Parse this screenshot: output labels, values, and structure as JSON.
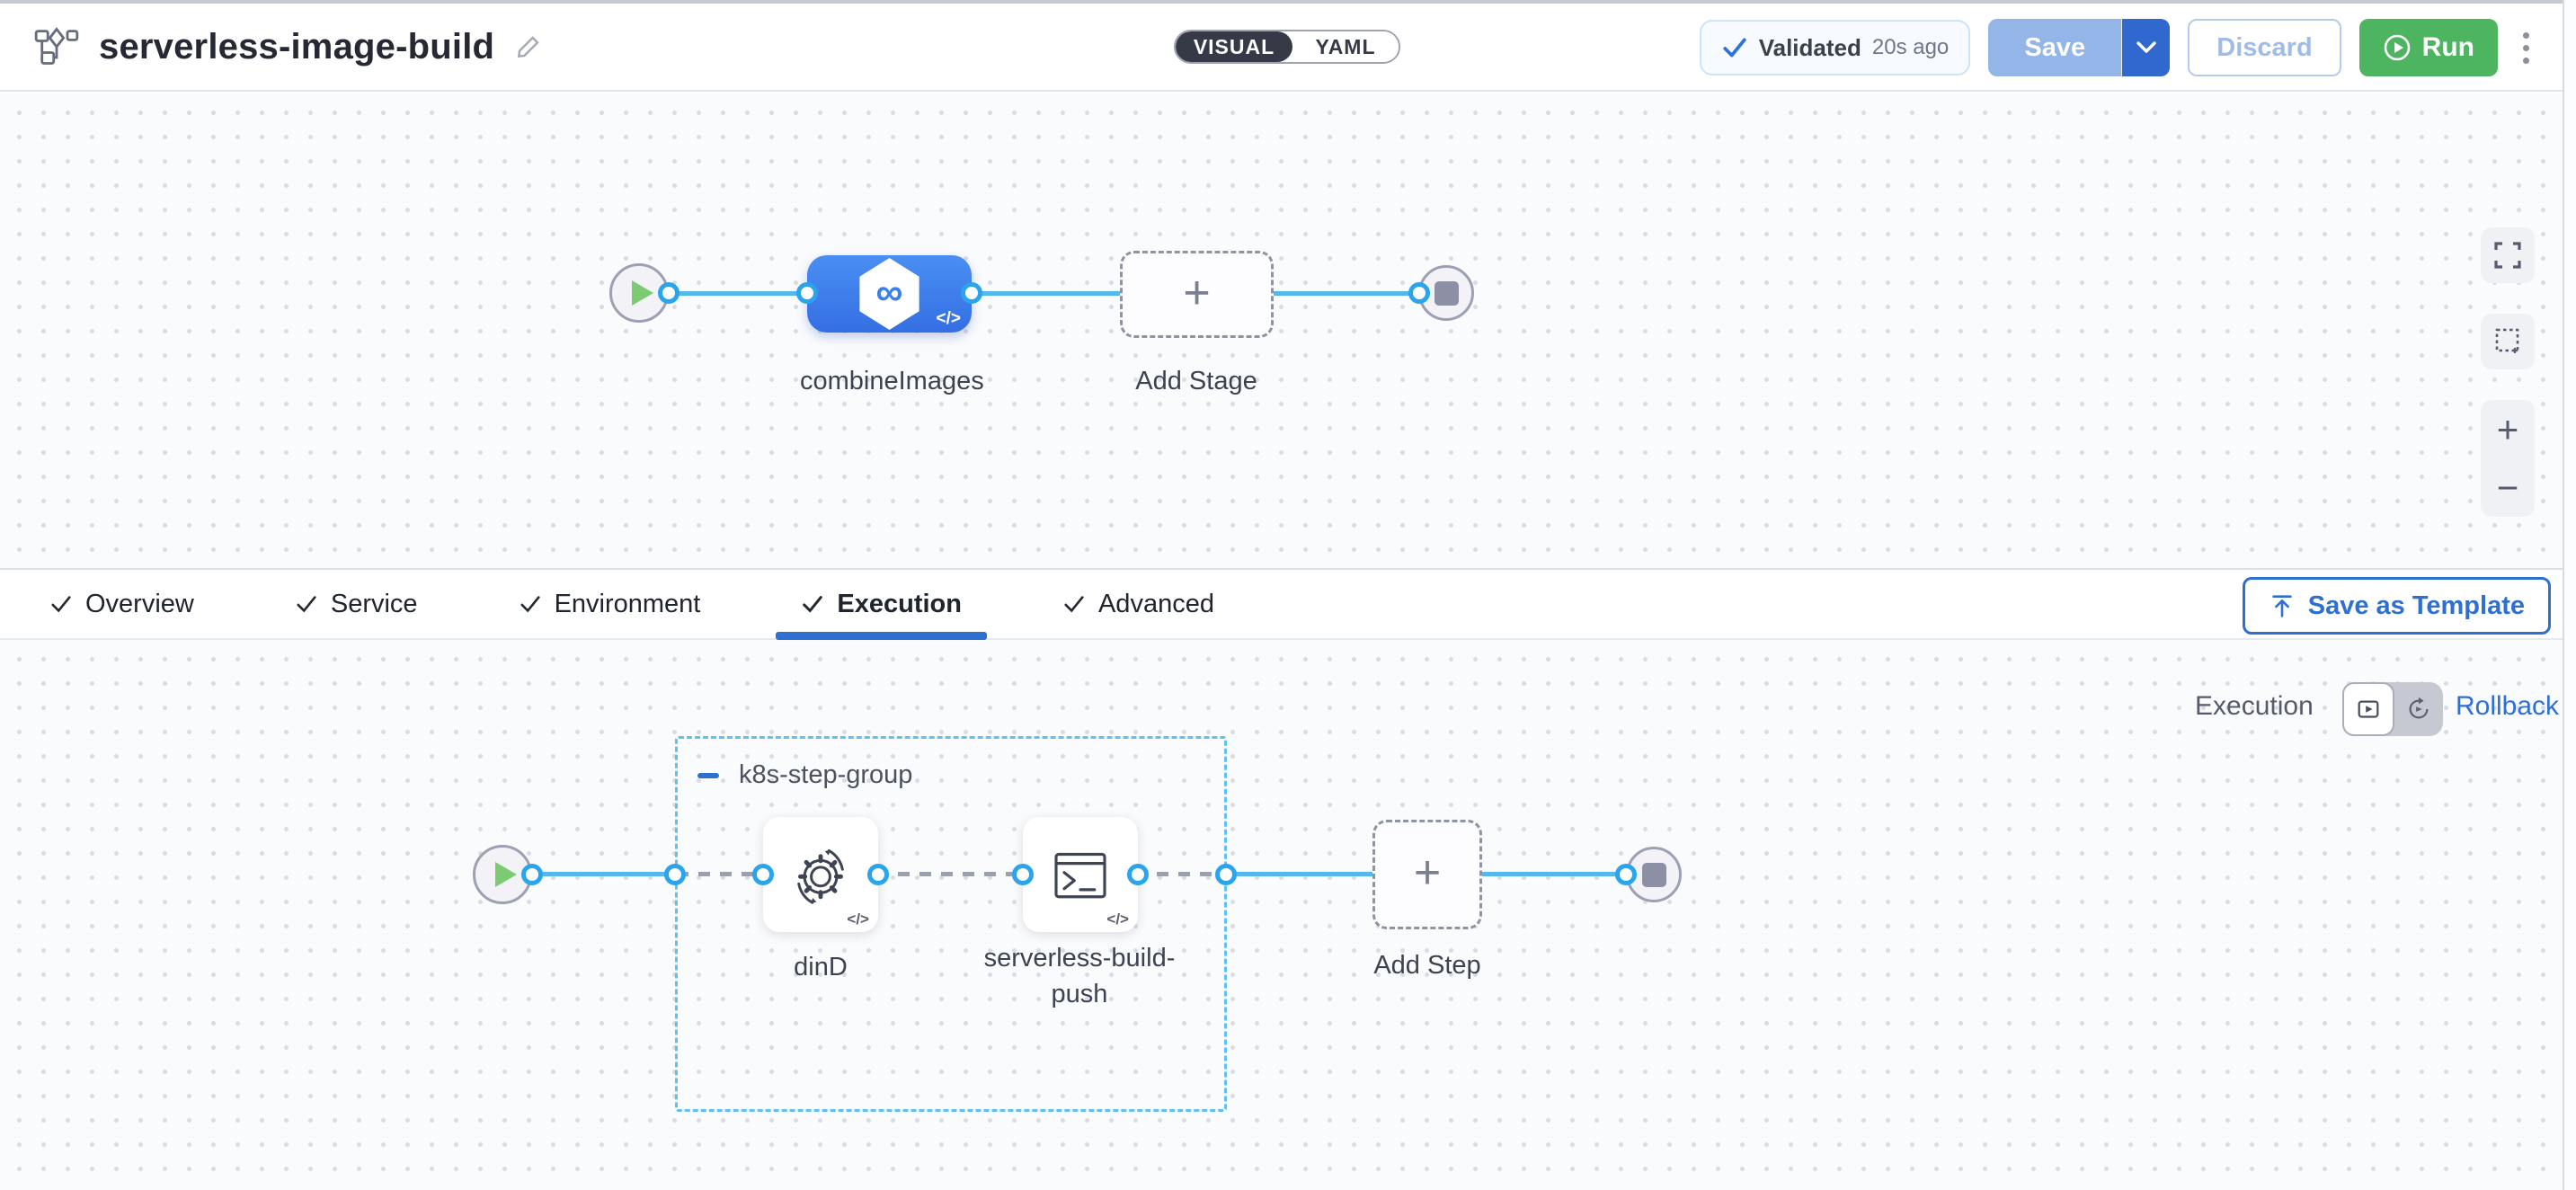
{
  "header": {
    "title": "serverless-image-build",
    "mode": {
      "visual": "VISUAL",
      "yaml": "YAML"
    },
    "validated": {
      "label": "Validated",
      "time_ago": "20s ago"
    },
    "save": "Save",
    "discard": "Discard",
    "run": "Run"
  },
  "pipeline": {
    "stages": [
      {
        "name": "combineImages"
      }
    ],
    "add_stage": "Add Stage"
  },
  "tabs": {
    "items": [
      {
        "label": "Overview"
      },
      {
        "label": "Service"
      },
      {
        "label": "Environment"
      },
      {
        "label": "Execution"
      },
      {
        "label": "Advanced"
      }
    ],
    "active": "Execution",
    "save_as_template": "Save as Template"
  },
  "execution": {
    "mode_label": "Execution",
    "rollback_label": "Rollback",
    "step_group": {
      "name": "k8s-step-group",
      "steps": [
        {
          "name": "dinD"
        },
        {
          "name": "serverless-build-push"
        }
      ]
    },
    "add_step": "Add Step"
  },
  "icons": {
    "check": "✓",
    "plus": "+",
    "zoom_in": "+",
    "zoom_out": "−",
    "code": "</>",
    "infinity": "∞"
  },
  "colors": {
    "primary_blue": "#2e6fd0",
    "connector_blue": "#54b8ec",
    "ring_blue": "#2ba4ee",
    "stage_blue": "#3f83f0",
    "run_green": "#4db45f",
    "group_border_blue": "#5fc0f1",
    "visual_pill_dark": "#363a47"
  }
}
